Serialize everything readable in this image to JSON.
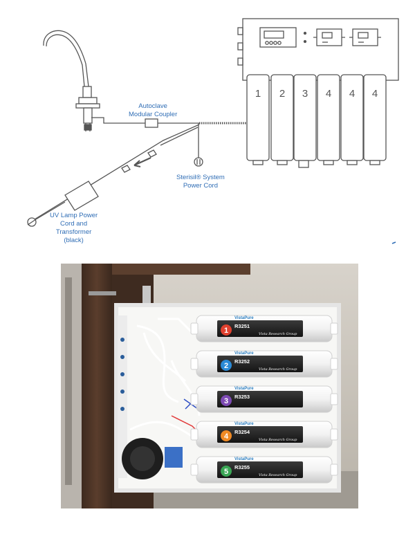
{
  "diagram": {
    "labels": {
      "coupler": [
        "Autoclave",
        "Modular Coupler"
      ],
      "power_cord": [
        "Sterisil® System",
        "Power Cord"
      ],
      "uv_lamp": [
        "UV Lamp Power",
        "Cord and",
        "Transformer",
        "(black)"
      ]
    },
    "filter_numbers": [
      "1",
      "2",
      "3",
      "4",
      "4",
      "4"
    ]
  },
  "photo": {
    "filters": [
      {
        "number": "1",
        "brand": "VistaPure",
        "model": "R3251",
        "color": "#e0412f"
      },
      {
        "number": "2",
        "brand": "VistaPure",
        "model": "R3252",
        "color": "#2b8ad6"
      },
      {
        "number": "3",
        "brand": "VistaPure",
        "model": "R3253",
        "color": "#7d4ab3"
      },
      {
        "number": "4",
        "brand": "VistaPure",
        "model": "R3254",
        "color": "#f08a24"
      },
      {
        "number": "5",
        "brand": "VistaPure",
        "model": "R3255",
        "color": "#3aa655"
      }
    ],
    "maker_script": "Vista Research Group"
  }
}
